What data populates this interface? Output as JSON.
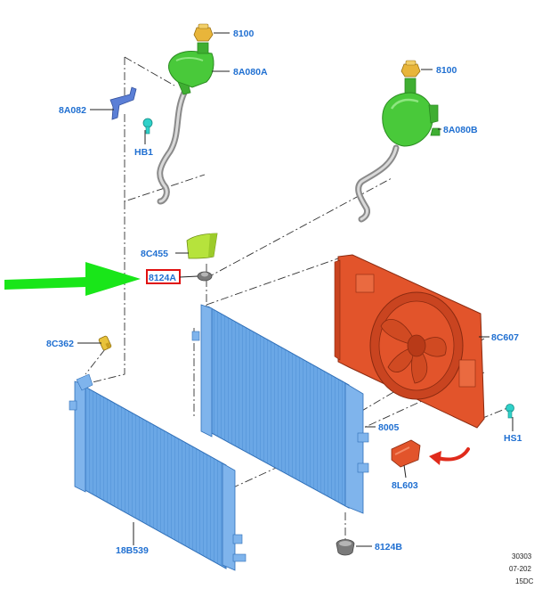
{
  "colors": {
    "label_text": "#1f6fd1",
    "radiator_blue": "#6aa7e6",
    "reservoir_green": "#49c93a",
    "fan_shroud_red": "#e2542b",
    "cap_yellow": "#e8b53a",
    "pointer_arrow_green": "#19e619",
    "highlight_box_red": "#e01010",
    "rotate_arrow_red": "#e02b1b"
  },
  "icons": [
    "pointer-arrow-icon",
    "rotate-arrow-icon"
  ],
  "labels": {
    "cap_left": "8100",
    "reservoir_left": "8A080A",
    "bracket": "8A082",
    "bolt_hb1": "HB1",
    "cap_right": "8100",
    "reservoir_right": "8A080B",
    "insulator": "8C455",
    "mount_top": "8124A",
    "sensor": "8C362",
    "fan_shroud": "8C607",
    "bolt_hs1": "HS1",
    "radiator": "8005",
    "bracket_red": "8L603",
    "condenser": "18B539",
    "mount_bottom": "8124B"
  },
  "footer": {
    "line1": "30303",
    "line2": "07-202",
    "line3": "15DC"
  }
}
